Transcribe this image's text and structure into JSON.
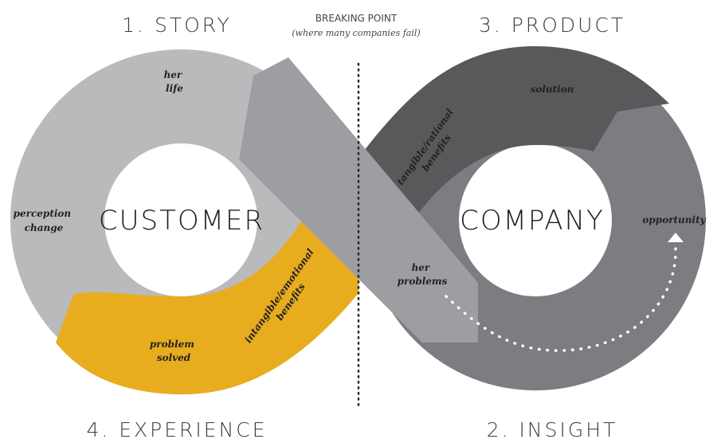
{
  "stages": {
    "story": "1. STORY",
    "product": "3. PRODUCT",
    "experience": "4. EXPERIENCE",
    "insight": "2. INSIGHT"
  },
  "breaking_point": {
    "title": "BREAKING POINT",
    "subtitle": "(where many companies fail)"
  },
  "centers": {
    "left": "CUSTOMER",
    "right": "COMPANY"
  },
  "labels": {
    "her_life": [
      "her",
      "life"
    ],
    "perception_change": [
      "perception",
      "change"
    ],
    "problem_solved": [
      "problem",
      "solved"
    ],
    "intangible_benefits": [
      "intangible/emotional",
      "benefits"
    ],
    "tangible_benefits": [
      "tangible/rational",
      "benefits"
    ],
    "solution": "solution",
    "opportunity": "opportunity",
    "her_problems": [
      "her",
      "problems"
    ]
  },
  "colors": {
    "light_gray": "#b9babc",
    "mid_gray": "#9d9ea1",
    "dark_gray": "#59595b",
    "charcoal": "#7c7d80",
    "yellow": "#e8ac1f"
  }
}
